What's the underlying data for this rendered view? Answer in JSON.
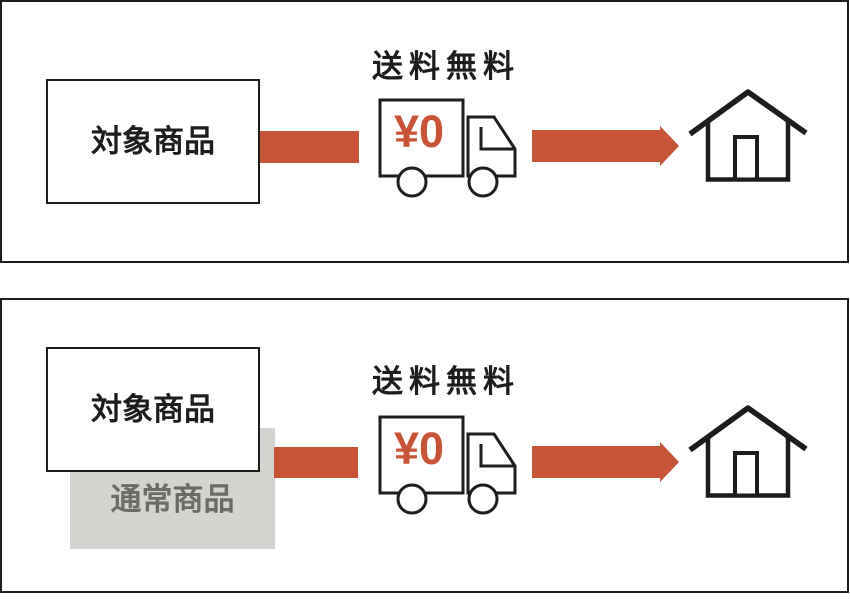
{
  "colors": {
    "accent": "#c85437",
    "line": "#1d1d1b",
    "gray_box_fill": "#d5d3d0",
    "gray_box_text": "#6b6b67",
    "panel_background": "#ffffff"
  },
  "panels": [
    {
      "name": "eligible-product-free-shipping",
      "product_box": {
        "label": "対象商品"
      },
      "shipping": {
        "label": "送料無料",
        "price": "¥0"
      }
    },
    {
      "name": "eligible-with-regular-product-free-shipping",
      "product_box": {
        "label": "対象商品"
      },
      "regular_box": {
        "label": "通常商品"
      },
      "shipping": {
        "label": "送料無料",
        "price": "¥0"
      }
    }
  ]
}
